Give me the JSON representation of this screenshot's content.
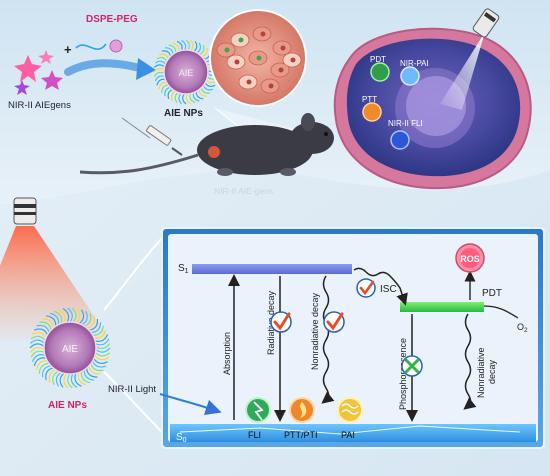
{
  "top": {
    "dspe_peg": "DSPE-PEG",
    "plus": "+",
    "aiegens": "NIR-II AIEgens",
    "aie_nps": "AIE NPs",
    "mouse_caption": "NIR-II AIE-gens",
    "cell_labels": {
      "pdt": "PDT",
      "nir_pai": "NIR-PAI",
      "ptt": "PTT",
      "nir_fli": "NIR-II FLI"
    }
  },
  "left": {
    "light": "NIR-II Light",
    "aie_nps": "AIE NPs"
  },
  "jablonski": {
    "s1": "S",
    "s1_sub": "1",
    "s0": "S",
    "s0_sub": "0",
    "absorption": "Absorption",
    "radiative": "Radiative decay",
    "nonradiative": "Nonradiative decay",
    "isc": "ISC",
    "phosphorescence": "Phosphorescence",
    "nonradiative_right_1": "Nonradiative",
    "nonradiative_right_2": "decay",
    "pdt": "PDT",
    "o2": "O",
    "o2_sub": "2",
    "ros": "ROS",
    "fli": "FLI",
    "ptt_pti": "PTT/PTI",
    "pai": "PAI"
  }
}
